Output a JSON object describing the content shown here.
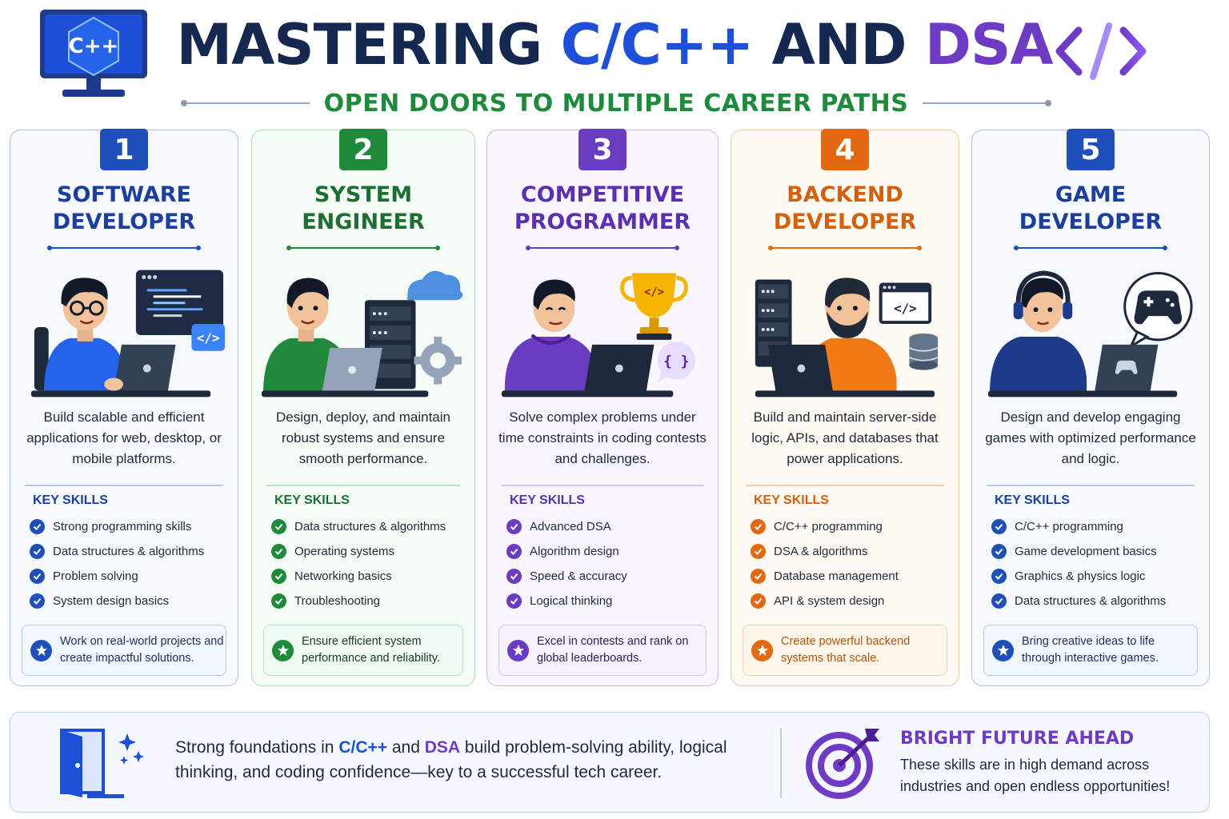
{
  "header": {
    "monitor_label": "C++",
    "title_part1": "MASTERING ",
    "title_cpp": "C/C++",
    "title_part2": " AND ",
    "title_dsa": "DSA",
    "subtitle": "OPEN DOORS TO MULTIPLE CAREER PATHS",
    "bracket_icon": "code-brackets-icon"
  },
  "colors": {
    "navy": "#142850",
    "blue": "#1d4fd8",
    "green": "#1e8a3a",
    "purple": "#6a3cc2",
    "orange": "#e26912"
  },
  "cards": [
    {
      "number": "1",
      "title_line1": "SOFTWARE",
      "title_line2": "DEVELOPER",
      "description": "Build scalable and efficient applications for web, desktop, or mobile platforms.",
      "skills_heading": "KEY SKILLS",
      "skills": [
        "Strong programming skills",
        "Data structures & algorithms",
        "Problem solving",
        "System design basics"
      ],
      "callout": "Work on real-world projects and create impactful solutions.",
      "code_badge": "</>"
    },
    {
      "number": "2",
      "title_line1": "SYSTEM",
      "title_line2": "ENGINEER",
      "description": "Design, deploy, and maintain robust systems and ensure smooth performance.",
      "skills_heading": "KEY SKILLS",
      "skills": [
        "Data structures & algorithms",
        "Operating systems",
        "Networking basics",
        "Troubleshooting"
      ],
      "callout": "Ensure efficient system performance and reliability."
    },
    {
      "number": "3",
      "title_line1": "COMPETITIVE",
      "title_line2": "PROGRAMMER",
      "description": "Solve complex problems under time constraints in coding contests and challenges.",
      "skills_heading": "KEY SKILLS",
      "skills": [
        "Advanced DSA",
        "Algorithm design",
        "Speed & accuracy",
        "Logical thinking"
      ],
      "callout": "Excel in contests and rank on global leaderboards.",
      "trophy_badge": "</>",
      "braces": "{ }"
    },
    {
      "number": "4",
      "title_line1": "BACKEND",
      "title_line2": "DEVELOPER",
      "description": "Build and maintain server-side logic, APIs, and databases that power applications.",
      "skills_heading": "KEY SKILLS",
      "skills": [
        "C/C++ programming",
        "DSA & algorithms",
        "Database management",
        "API & system design"
      ],
      "callout": "Create powerful backend systems that scale.",
      "code_badge": "</>"
    },
    {
      "number": "5",
      "title_line1": "GAME",
      "title_line2": "DEVELOPER",
      "description": "Design and develop engaging games with optimized performance and logic.",
      "skills_heading": "KEY SKILLS",
      "skills": [
        "C/C++ programming",
        "Game development basics",
        "Graphics & physics logic",
        "Data structures & algorithms"
      ],
      "callout": "Bring creative ideas to life through interactive games."
    }
  ],
  "footer": {
    "text_part1": "Strong foundations in ",
    "text_cpp": "C/C++",
    "text_part2": " and ",
    "text_dsa": "DSA",
    "text_part3": " build problem-solving ability, logical thinking, and coding confidence—key to a successful tech career.",
    "bright_title": "BRIGHT FUTURE AHEAD",
    "bright_text": "These skills are in high demand across industries and open endless opportunities!"
  }
}
